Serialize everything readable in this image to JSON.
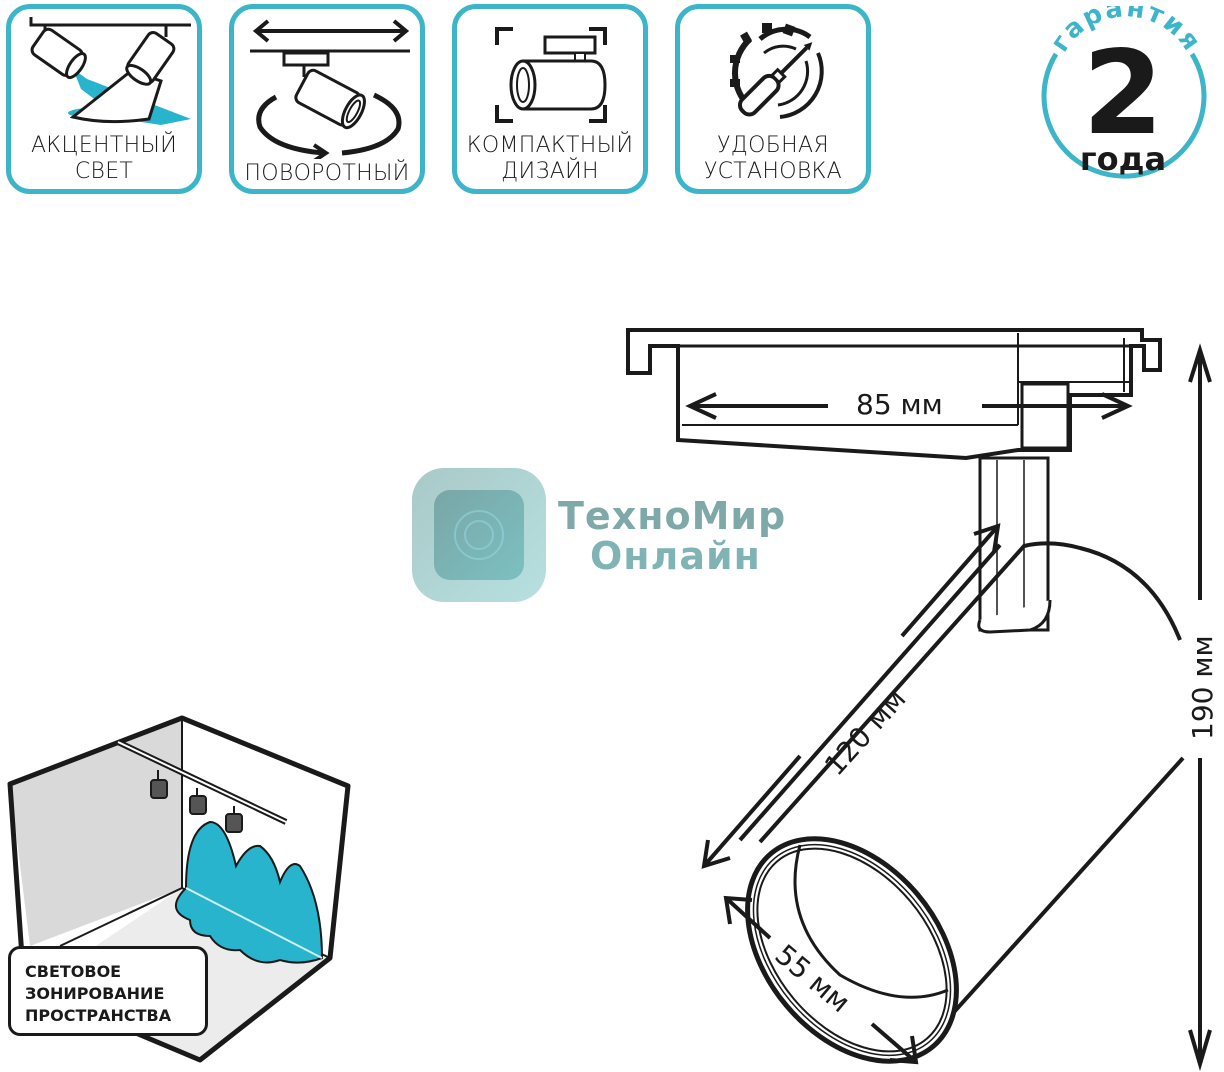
{
  "features": [
    {
      "id": "accent-light",
      "icon": "spotlights-icon",
      "lines": [
        "АКЦЕНТНЫЙ",
        "СВЕТ"
      ]
    },
    {
      "id": "rotating",
      "icon": "rotation-icon",
      "lines": [
        "ПОВОРОТНЫЙ"
      ]
    },
    {
      "id": "compact",
      "icon": "compact-lamp-icon",
      "lines": [
        "КОМПАКТНЫЙ",
        "ДИЗАЙН"
      ]
    },
    {
      "id": "easy-install",
      "icon": "gear-screwdriver-icon",
      "lines": [
        "УДОБНАЯ",
        "УСТАНОВКА"
      ]
    }
  ],
  "warranty": {
    "arc_text": "гарантия",
    "number": "2",
    "unit": "года"
  },
  "watermark": {
    "line1": "ТехноМир",
    "line2": "Онлайн"
  },
  "dimensions": {
    "width": "85 мм",
    "length": "120 мм",
    "height": "190 мм",
    "diameter": "55 мм"
  },
  "zoning": {
    "lines": [
      "СВЕТОВОЕ",
      "ЗОНИРОВАНИЕ",
      "ПРОСТРАНСТВА"
    ]
  },
  "colors": {
    "accent": "#3db5c9",
    "light_fill": "#27b4cc",
    "ink": "#1a1a1a",
    "wall_gray": "#d9d9d9",
    "floor_gray": "#ececec",
    "watermark_teal": "#78b5b7"
  }
}
